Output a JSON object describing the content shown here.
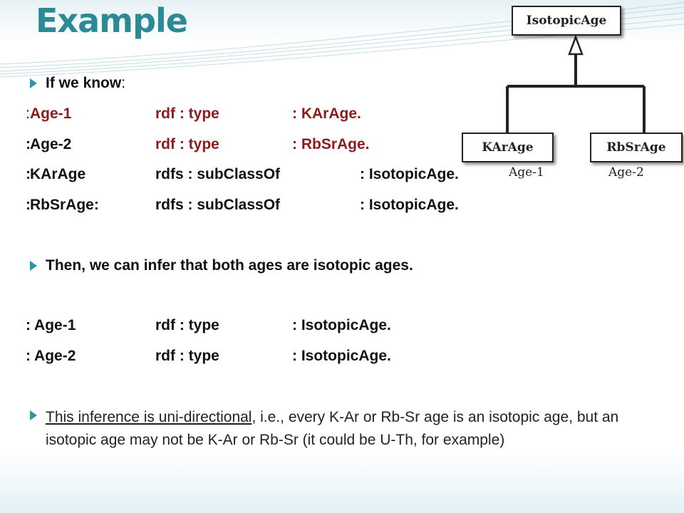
{
  "slide": {
    "title": "Example",
    "bullet1": {
      "bold": "If we know",
      "rest": ":"
    },
    "triples_known": [
      {
        "subj_prefix": ":",
        "subj": " Age-1",
        "pred": "rdf : type",
        "obj": ": KArAge."
      },
      {
        "subj_prefix": ":",
        "subj": " Age-2",
        "pred": "rdf : type",
        "obj": ": RbSrAge."
      },
      {
        "subj_prefix": ":",
        "subj": " KArAge",
        "pred": "rdfs : subClassOf",
        "obj": ": IsotopicAge."
      },
      {
        "subj_prefix": ":",
        "subj": " RbSrAge:",
        "pred": "rdfs : subClassOf",
        "obj": ": IsotopicAge."
      }
    ],
    "bullet2": "Then, we can infer that both ages are isotopic ages.",
    "triples_inferred": [
      {
        "subj": ": Age-1",
        "pred": "rdf : type",
        "obj": ": IsotopicAge."
      },
      {
        "subj": ": Age-2",
        "pred": "rdf : type",
        "obj": ": IsotopicAge."
      }
    ],
    "bullet3": {
      "underlined": "This inference is uni-directional",
      "rest": ", i.e., every K-Ar or Rb-Sr age is an isotopic age, but an isotopic age may not be K-Ar or Rb-Sr (it could be U-Th, for example)"
    }
  },
  "diagram": {
    "parent": "IsotopicAge",
    "children": [
      "KArAge",
      "RbSrAge"
    ],
    "instances": [
      "Age-1",
      "Age-2"
    ]
  },
  "colors": {
    "title": "#2b8a96",
    "bullet": "#2b97a5",
    "value_red": "#8a1c1c"
  }
}
